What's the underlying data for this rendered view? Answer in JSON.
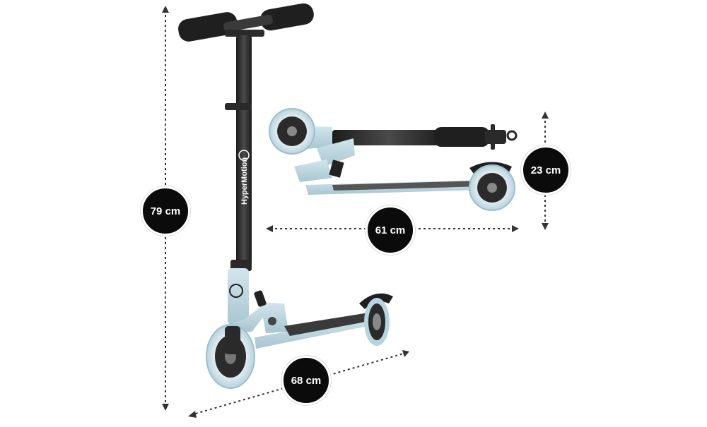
{
  "product": {
    "brand": "HyperMotion",
    "frame_color": "#b7d3dd",
    "bar_color": "#2b2b2b"
  },
  "dimensions": {
    "height_label": "79 cm",
    "length_label": "68 cm",
    "folded_length_label": "61 cm",
    "folded_height_label": "23 cm"
  }
}
